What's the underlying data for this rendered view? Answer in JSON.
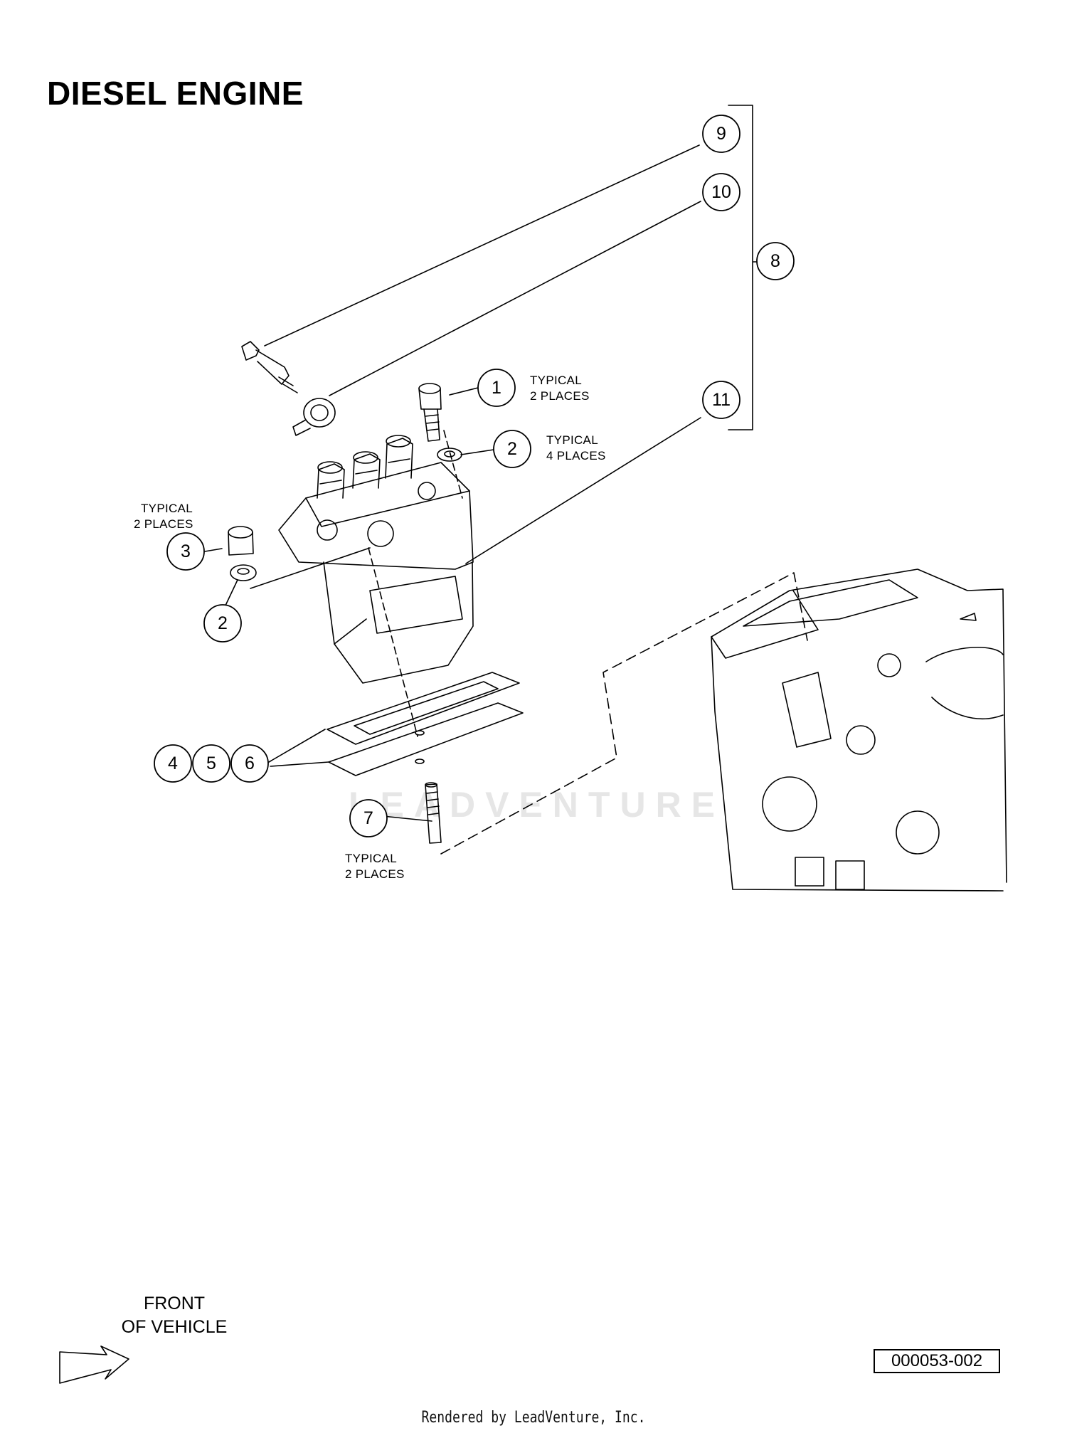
{
  "title": "DIESEL ENGINE",
  "callouts": [
    {
      "id": "c9",
      "label": "9"
    },
    {
      "id": "c10",
      "label": "10"
    },
    {
      "id": "c8",
      "label": "8"
    },
    {
      "id": "c1",
      "label": "1"
    },
    {
      "id": "c11",
      "label": "11"
    },
    {
      "id": "c2a",
      "label": "2"
    },
    {
      "id": "c3",
      "label": "3"
    },
    {
      "id": "c2b",
      "label": "2"
    },
    {
      "id": "c4",
      "label": "4"
    },
    {
      "id": "c5",
      "label": "5"
    },
    {
      "id": "c6",
      "label": "6"
    },
    {
      "id": "c7",
      "label": "7"
    }
  ],
  "notes": {
    "typical_label": "TYPICAL",
    "two_places": "2 PLACES",
    "four_places": "4 PLACES"
  },
  "front_vehicle": {
    "line1": "FRONT",
    "line2": "OF VEHICLE"
  },
  "reference_number": "000053-002",
  "watermark": "LEADVENTURE",
  "footer": "Rendered by LeadVenture, Inc."
}
